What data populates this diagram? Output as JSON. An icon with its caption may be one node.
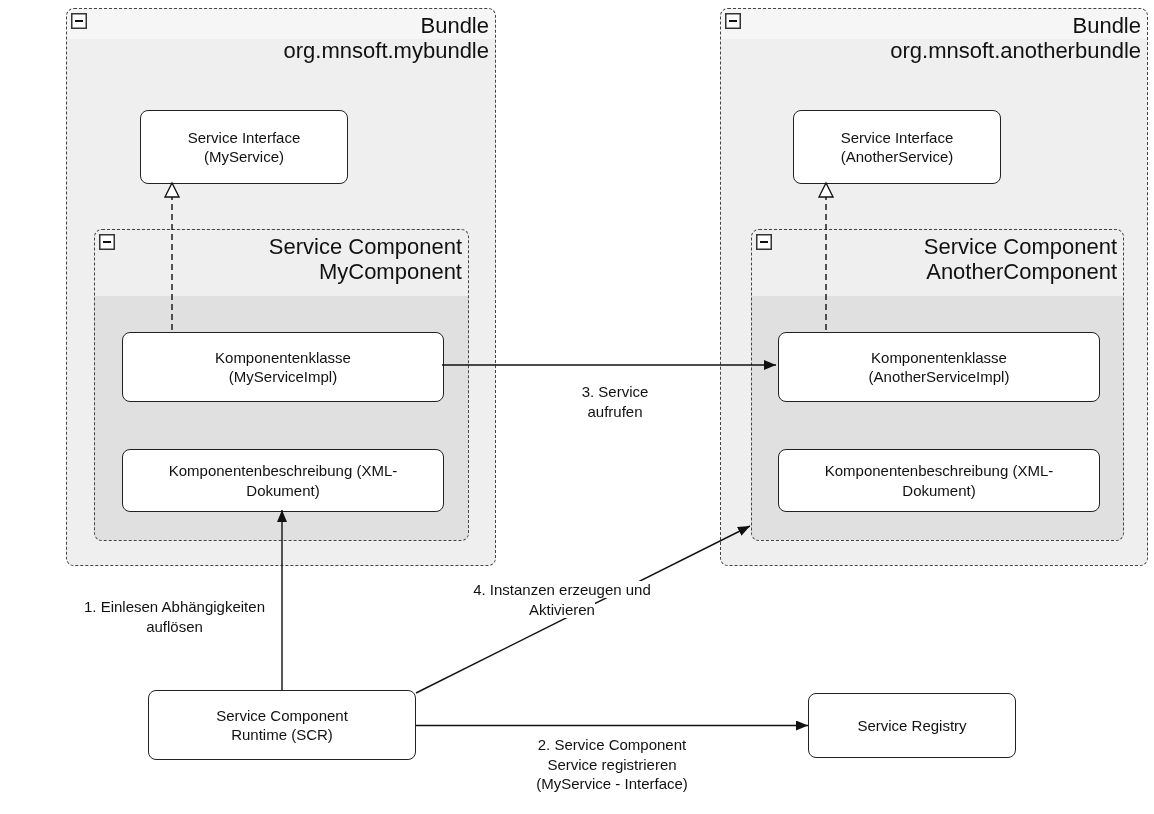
{
  "diagram": {
    "nodes": [
      {
        "text": [
          "Bundle org.mnsoft.mybundle"
        ]
      },
      {
        "text": [
          "Service Interface (MyService)"
        ],
        "in": 0
      },
      {
        "text": [
          "Service Component MyComponent"
        ],
        "in": 0
      },
      {
        "text": [
          "Komponentenklasse (MyServiceImpl)"
        ],
        "in": 2
      },
      {
        "text": [
          "Komponentenbeschreibung (XML-Dokument)"
        ],
        "in": 2
      },
      {
        "text": [
          "Bundle org.mnsoft.anotherbundle"
        ]
      },
      {
        "text": [
          "Service Interface (AnotherService)"
        ],
        "in": 5
      },
      {
        "text": [
          "Service Component AnotherComponent"
        ],
        "in": 5
      },
      {
        "text": [
          "Komponentenklasse (AnotherServiceImpl)"
        ],
        "in": 7
      },
      {
        "text": [
          "Komponentenbeschreibung (XML-Dokument)"
        ],
        "in": 7
      },
      {
        "text": [
          "Service Component Runtime (SCR)"
        ]
      },
      {
        "text": [
          "Service Registry"
        ]
      }
    ],
    "edges": [
      {
        "from": 3,
        "to": 1,
        "arrow": "to",
        "style": "dashed"
      },
      {
        "from": 8,
        "to": 6,
        "arrow": "to",
        "style": "dashed"
      },
      {
        "from": 3,
        "to": 8,
        "arrow": "to",
        "label": "3. Service aufrufen"
      },
      {
        "from": 10,
        "to": 4,
        "arrow": "to",
        "label": "1. Einlesen Abhängigkeiten auflösen"
      },
      {
        "from": 10,
        "to": 7,
        "arrow": "to",
        "label": "4. Instanzen erzeugen und Aktivieren"
      },
      {
        "from": 10,
        "to": 11,
        "arrow": "to",
        "label": "2. Service Component Service registrieren (MyService - Interface)"
      }
    ]
  }
}
